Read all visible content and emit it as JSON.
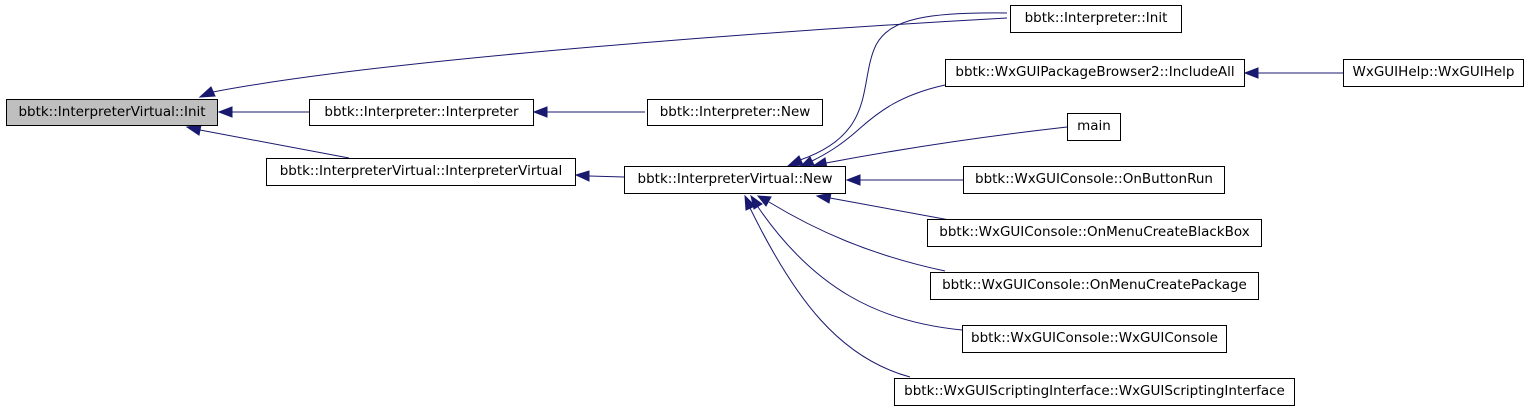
{
  "graph": {
    "type": "caller-graph",
    "colors": {
      "edge": "#191970",
      "root_fill": "#bfbfbf",
      "node_fill": "#ffffff",
      "node_border": "#000000"
    },
    "nodes": [
      {
        "id": "init_virtual",
        "label": "bbtk::InterpreterVirtual::Init",
        "root": true
      },
      {
        "id": "interp_init",
        "label": "bbtk::Interpreter::Init"
      },
      {
        "id": "interp_ctor",
        "label": "bbtk::Interpreter::Interpreter"
      },
      {
        "id": "interp_new",
        "label": "bbtk::Interpreter::New"
      },
      {
        "id": "virt_ctor",
        "label": "bbtk::InterpreterVirtual::InterpreterVirtual"
      },
      {
        "id": "virt_new",
        "label": "bbtk::InterpreterVirtual::New"
      },
      {
        "id": "include_all",
        "label": "bbtk::WxGUIPackageBrowser2::IncludeAll"
      },
      {
        "id": "wxguihelp",
        "label": "WxGUIHelp::WxGUIHelp"
      },
      {
        "id": "main",
        "label": "main"
      },
      {
        "id": "on_button_run",
        "label": "bbtk::WxGUIConsole::OnButtonRun"
      },
      {
        "id": "on_menu_blackbox",
        "label": "bbtk::WxGUIConsole::OnMenuCreateBlackBox"
      },
      {
        "id": "on_menu_package",
        "label": "bbtk::WxGUIConsole::OnMenuCreatePackage"
      },
      {
        "id": "console_ctor",
        "label": "bbtk::WxGUIConsole::WxGUIConsole"
      },
      {
        "id": "scripting_ctor",
        "label": "bbtk::WxGUIScriptingInterface::WxGUIScriptingInterface"
      }
    ],
    "edges": [
      {
        "from": "interp_init",
        "to": "init_virtual"
      },
      {
        "from": "interp_ctor",
        "to": "init_virtual"
      },
      {
        "from": "virt_ctor",
        "to": "init_virtual"
      },
      {
        "from": "interp_new",
        "to": "interp_ctor"
      },
      {
        "from": "virt_new",
        "to": "virt_ctor"
      },
      {
        "from": "interp_init",
        "to": "virt_new"
      },
      {
        "from": "include_all",
        "to": "virt_new"
      },
      {
        "from": "main",
        "to": "virt_new"
      },
      {
        "from": "on_button_run",
        "to": "virt_new"
      },
      {
        "from": "on_menu_blackbox",
        "to": "virt_new"
      },
      {
        "from": "on_menu_package",
        "to": "virt_new"
      },
      {
        "from": "console_ctor",
        "to": "virt_new"
      },
      {
        "from": "scripting_ctor",
        "to": "virt_new"
      },
      {
        "from": "wxguihelp",
        "to": "include_all"
      }
    ]
  }
}
